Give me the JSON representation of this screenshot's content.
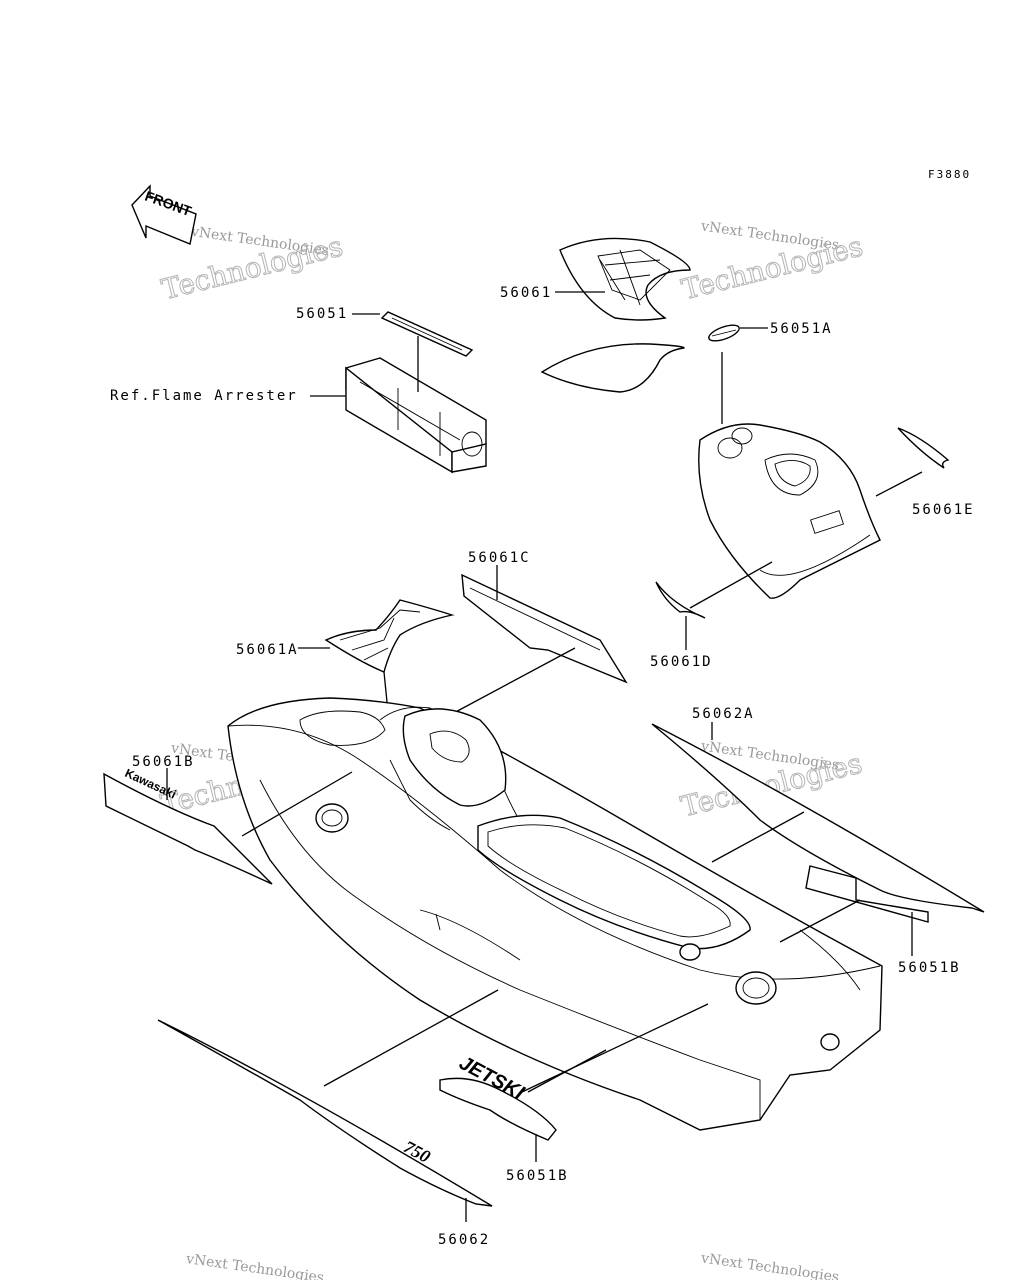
{
  "figure_code": "F3880",
  "front_label": "FRONT",
  "labels": {
    "p56051": "56051",
    "flame_arrester": "Ref.Flame Arrester",
    "p56061": "56061",
    "p56051A": "56051A",
    "p56061E": "56061E",
    "p56061C": "56061C",
    "p56061A": "56061A",
    "p56061D": "56061D",
    "p56062A": "56062A",
    "p56061B": "56061B",
    "p56051B_right": "56051B",
    "p56051B_bottom": "56051B",
    "p56062": "56062"
  },
  "decal_text": {
    "kawasaki": "Kawasaki",
    "jetski": "JETSKI",
    "model": "750"
  },
  "watermark": {
    "line1": "vNext Technologies",
    "line2": "Technologies",
    "line3": "vNext"
  }
}
